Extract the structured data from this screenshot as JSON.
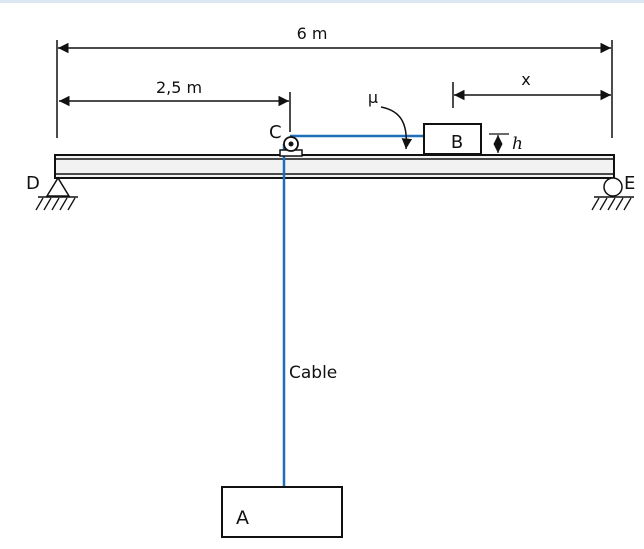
{
  "labels": {
    "total_span": "6 m",
    "span_dc": "2,5 m",
    "x": "x",
    "mu": "μ",
    "c": "C",
    "d": "D",
    "e": "E",
    "h": "h",
    "block_b": "B",
    "block_a": "A",
    "cable": "Cable"
  },
  "colors": {
    "cable": "#1f6fb8",
    "ink": "#111111",
    "background": "#ffffff",
    "top_border": "#dbe7f3"
  }
}
